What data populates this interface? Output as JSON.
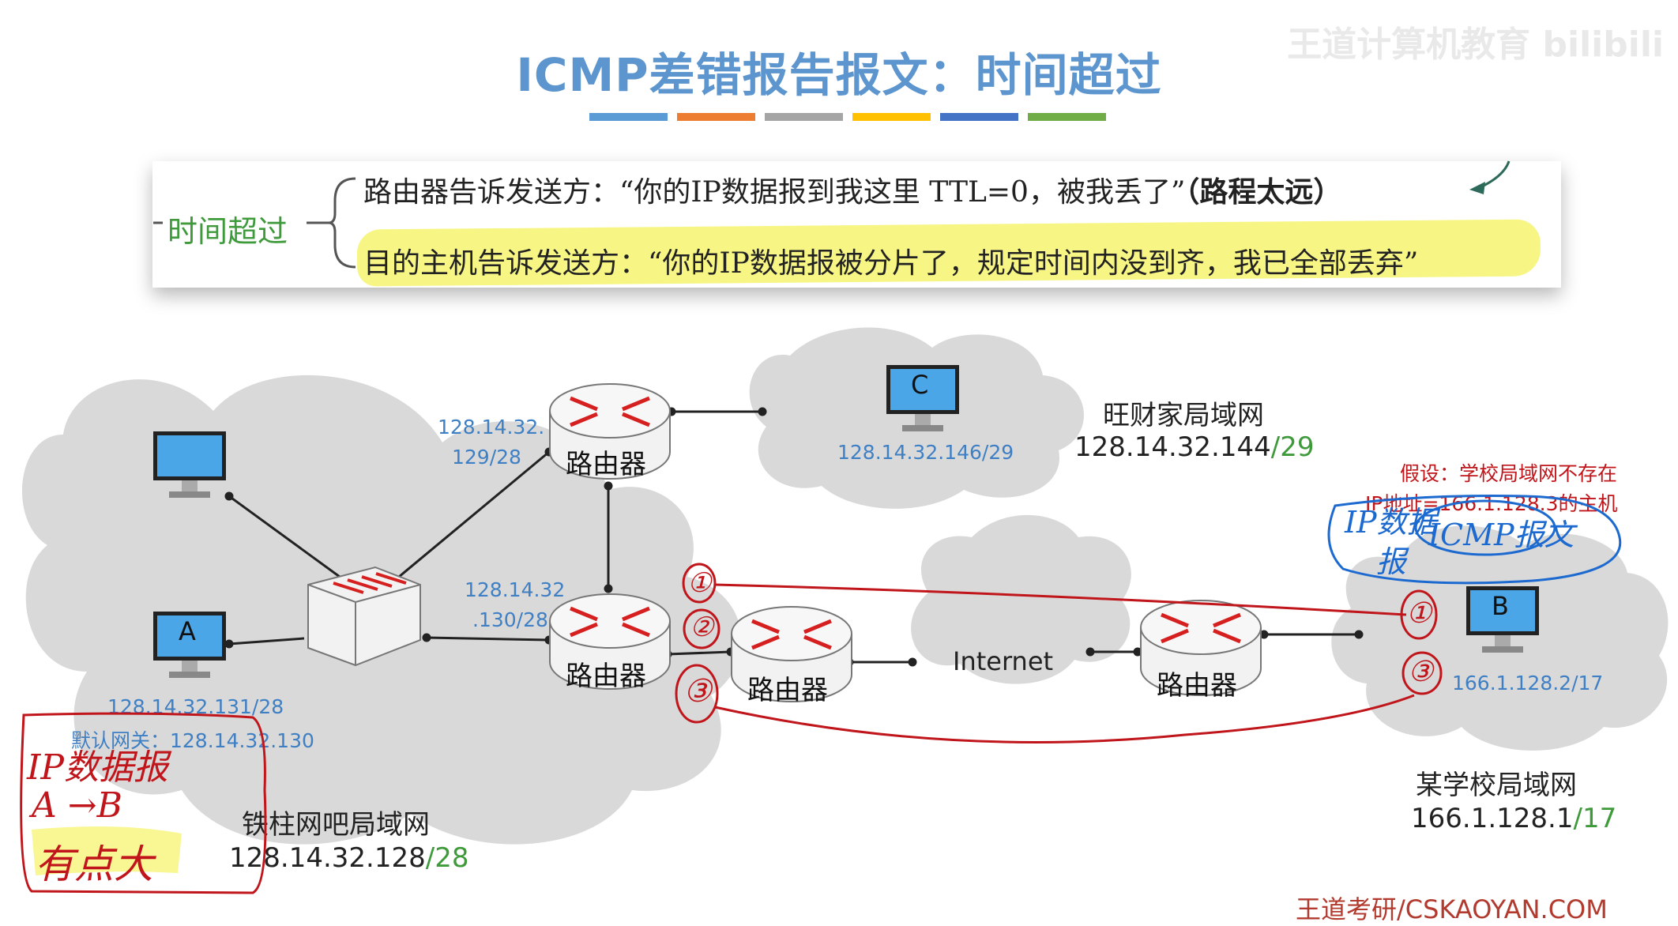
{
  "title": "ICMP差错报告报文：时间超过",
  "title_bar_colors": [
    "#5b9bd5",
    "#ed7d31",
    "#a5a5a5",
    "#ffc000",
    "#4472c4",
    "#70ad47"
  ],
  "watermark": "王道计算机教育 bilibili",
  "summary": {
    "label": "时间超过",
    "line1": "路由器告诉发送方：“你的IP数据报到我这里 TTL=0，被我丢了”",
    "line1_bold": "（路程太远）",
    "line2": "目的主机告诉发送方：“你的IP数据报被分片了，规定时间内没到齐，我已全部丢弃”"
  },
  "lans": {
    "tiezhu": {
      "name": "铁柱网吧局域网",
      "addr": "128.14.32.128",
      "prefix": "/28"
    },
    "wangcai": {
      "name": "旺财家局域网",
      "addr": "128.14.32.144",
      "prefix": "/29"
    },
    "school": {
      "name": "某学校局域网",
      "addr": "166.1.128.1",
      "prefix": "/17"
    }
  },
  "hosts": {
    "A": {
      "label": "A",
      "ip": "128.14.32.131/28",
      "gateway": "默认网关：128.14.32.130"
    },
    "B": {
      "label": "B",
      "ip": "166.1.128.2/17"
    },
    "C": {
      "label": "C",
      "ip": "128.14.32.146/29"
    }
  },
  "router_iface": {
    "r1_line1": "128.14.32.",
    "r1_line2": "129/28",
    "r2_line1": "128.14.32",
    "r2_line2": ".130/28"
  },
  "router_label": "路由器",
  "internet_label": "Internet",
  "assumption": {
    "line1": "假设：学校局域网不存在",
    "line2": "IP地址=166.1.128.3的主机"
  },
  "annotations": {
    "ip_packet": "IP数据报",
    "a_to_b": "A →B",
    "too_big": "有点大",
    "ip_dg_1": "IP数据",
    "ip_dg_2": "报",
    "icmp_msg": "ICMP报文",
    "n1": "①",
    "n2": "②",
    "n3": "③",
    "b1": "①",
    "b3": "③"
  },
  "footer": "王道考研/CSKAOYAN.COM"
}
